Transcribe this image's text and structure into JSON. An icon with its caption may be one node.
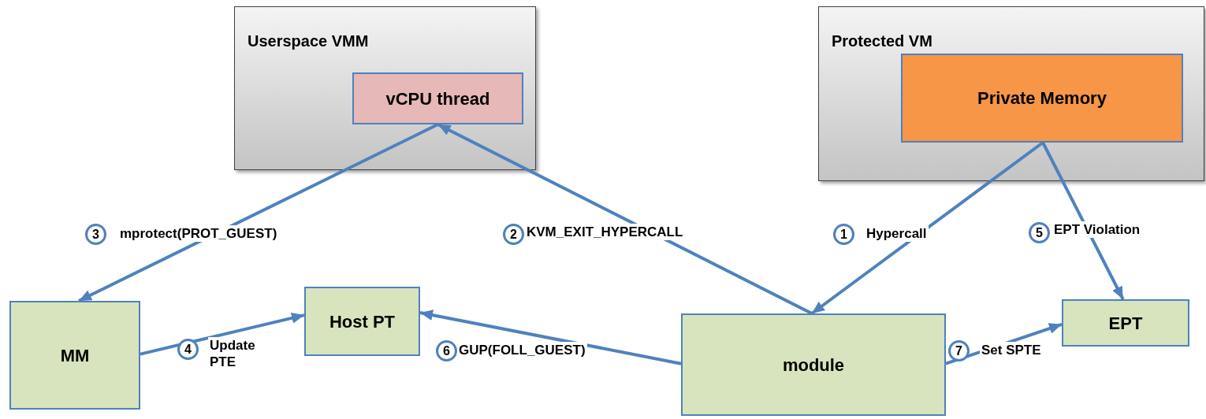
{
  "diagram": {
    "nodes": [
      {
        "text": [
          "Userspace VMM"
        ]
      },
      {
        "text": [
          "vCPU thread"
        ],
        "in": 0
      },
      {
        "text": [
          "Protected VM"
        ]
      },
      {
        "text": [
          "Private Memory"
        ],
        "in": 2
      },
      {
        "text": [
          "MM"
        ]
      },
      {
        "text": [
          "Host PT"
        ]
      },
      {
        "text": [
          "module"
        ]
      },
      {
        "text": [
          "EPT"
        ]
      }
    ],
    "edges": [
      {
        "from": 3,
        "to": 6,
        "arrow": "to",
        "label": "Hypercall"
      },
      {
        "from": 6,
        "to": 1,
        "arrow": "to",
        "label": "KVM_EXIT_HYPERCALL"
      },
      {
        "from": 1,
        "to": 4,
        "arrow": "to",
        "label": "mprotect(PROT_GUEST)"
      },
      {
        "from": 4,
        "to": 5,
        "arrow": "to",
        "label": "Update PTE"
      },
      {
        "from": 3,
        "to": 7,
        "arrow": "to",
        "label": "EPT Violation"
      },
      {
        "from": 6,
        "to": 5,
        "arrow": "to",
        "label": "GUP(FOLL_GUEST)"
      },
      {
        "from": 6,
        "to": 7,
        "arrow": "to",
        "label": "Set SPTE"
      }
    ],
    "labels": [
      "1",
      "2",
      "3",
      "4",
      "5",
      "6",
      "7"
    ]
  }
}
